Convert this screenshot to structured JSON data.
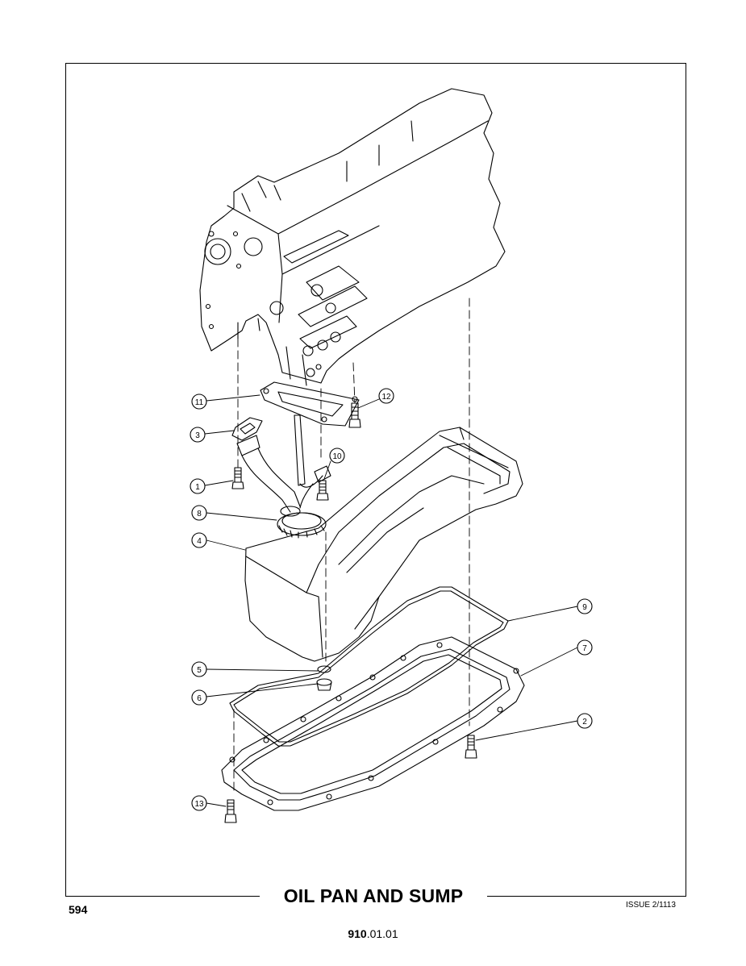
{
  "title": "OIL PAN AND SUMP",
  "page_number": "594",
  "issue": "ISSUE 2/1113",
  "reference": {
    "bold": "910",
    "rest": ".01.01"
  },
  "callouts": [
    "11",
    "12",
    "3",
    "10",
    "1",
    "8",
    "4",
    "9",
    "7",
    "5",
    "6",
    "2",
    "13"
  ]
}
